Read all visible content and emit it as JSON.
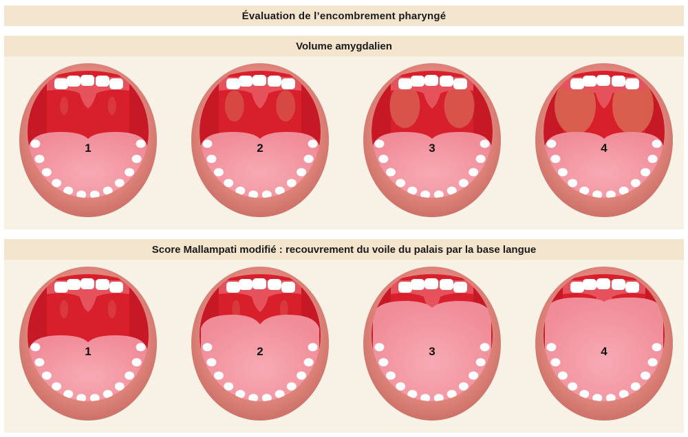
{
  "title": "Évaluation de l’encombrement pharyngé",
  "sections": [
    {
      "heading": "Volume amygdalien",
      "items": [
        {
          "label": "1",
          "tonsil_level": 1,
          "tongue_coverage": 0
        },
        {
          "label": "2",
          "tonsil_level": 2,
          "tongue_coverage": 0
        },
        {
          "label": "3",
          "tonsil_level": 3,
          "tongue_coverage": 0
        },
        {
          "label": "4",
          "tonsil_level": 4,
          "tongue_coverage": 0
        }
      ]
    },
    {
      "heading": "Score Mallampati modifié : recouvrement du voile du palais par la base langue",
      "items": [
        {
          "label": "1",
          "tonsil_level": 1,
          "tongue_coverage": 1
        },
        {
          "label": "2",
          "tonsil_level": 1,
          "tongue_coverage": 2
        },
        {
          "label": "3",
          "tonsil_level": 1,
          "tongue_coverage": 3
        },
        {
          "label": "4",
          "tonsil_level": 1,
          "tongue_coverage": 4
        }
      ]
    }
  ],
  "colors": {
    "lips": "#e0857b",
    "lips_dark": "#c66a62",
    "throat": "#d81f2c",
    "throat_dark": "#b5121d",
    "tongue": "#f08c98",
    "tongue_light": "#f7aab4",
    "tonsil": "#d96a55",
    "teeth": "#ffffff"
  }
}
